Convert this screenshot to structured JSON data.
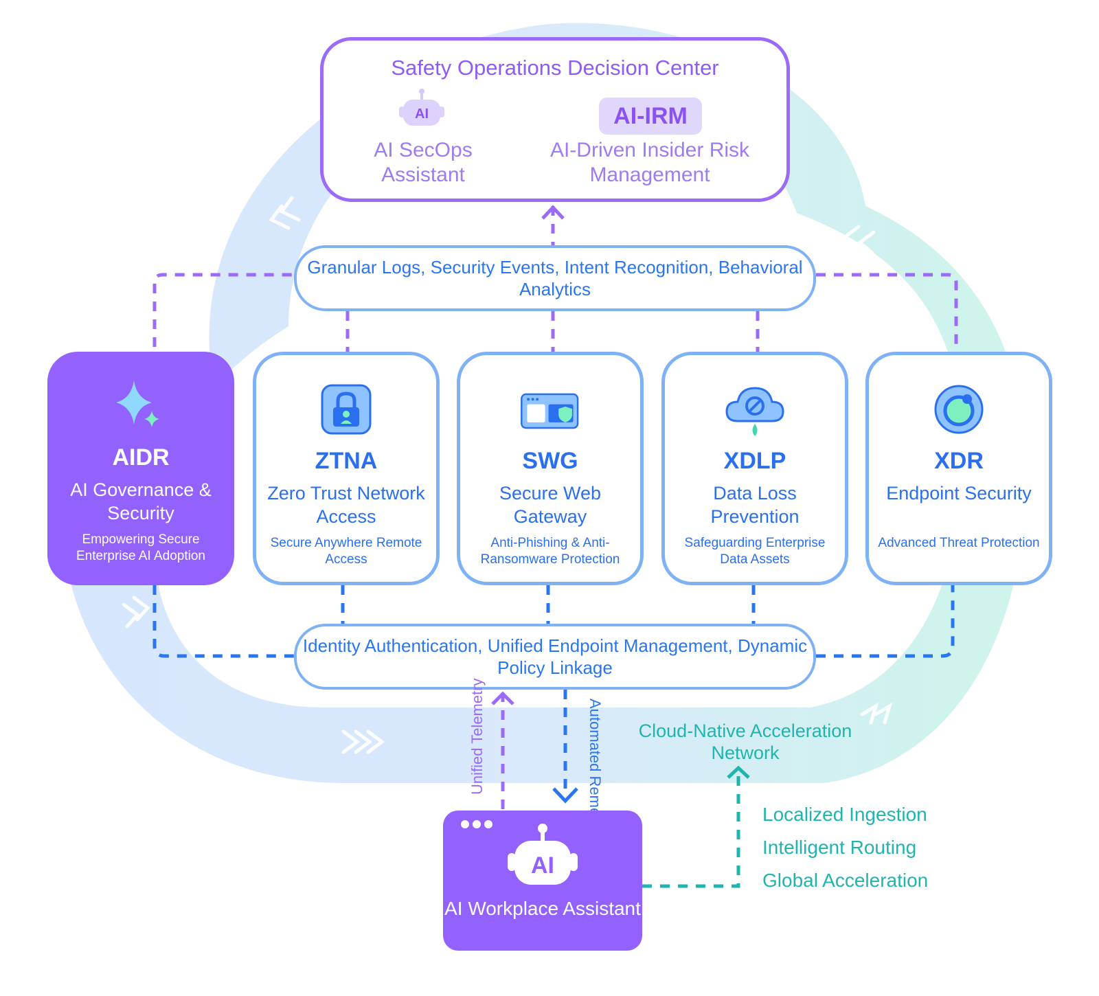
{
  "decision_center": {
    "title": "Safety Operations Decision Center",
    "secops_icon_text": "AI",
    "secops_label": "AI SecOps Assistant",
    "irm_badge": "AI-IRM",
    "irm_label": "AI-Driven Insider Risk Management"
  },
  "pills": {
    "logs": "Granular Logs, Security Events, Intent Recognition, Behavioral Analytics",
    "identity": "Identity Authentication, Unified Endpoint Management, Dynamic Policy Linkage"
  },
  "cards": [
    {
      "abbr": "AIDR",
      "name": "AI Governance & Security",
      "desc": "Empowering Secure Enterprise AI Adoption",
      "icon": "sparkle-icon"
    },
    {
      "abbr": "ZTNA",
      "name": "Zero Trust Network Access",
      "desc": "Secure Anywhere Remote Access",
      "icon": "lock-icon"
    },
    {
      "abbr": "SWG",
      "name": "Secure Web Gateway",
      "desc": "Anti-Phishing & Anti-Ransomware Protection",
      "icon": "browser-shield-icon"
    },
    {
      "abbr": "XDLP",
      "name": "Data Loss Prevention",
      "desc": "Safeguarding Enterprise Data Assets",
      "icon": "cloud-block-icon"
    },
    {
      "abbr": "XDR",
      "name": "Endpoint Security",
      "desc": "Advanced Threat Protection",
      "icon": "target-icon"
    }
  ],
  "flows": {
    "telemetry": "Unified Telemetry",
    "remediation": "Automated Remediation"
  },
  "network": {
    "title": "Cloud-Native Acceleration Network",
    "features": [
      "Localized Ingestion",
      "Intelligent Routing",
      "Global Acceleration"
    ]
  },
  "assistant": {
    "icon_text": "AI",
    "label": "AI Workplace Assistant"
  },
  "colors": {
    "purple": "#9361fd",
    "blue": "#2a76ee",
    "teal": "#1fb5ac",
    "light_blue": "#7fb2f5"
  }
}
